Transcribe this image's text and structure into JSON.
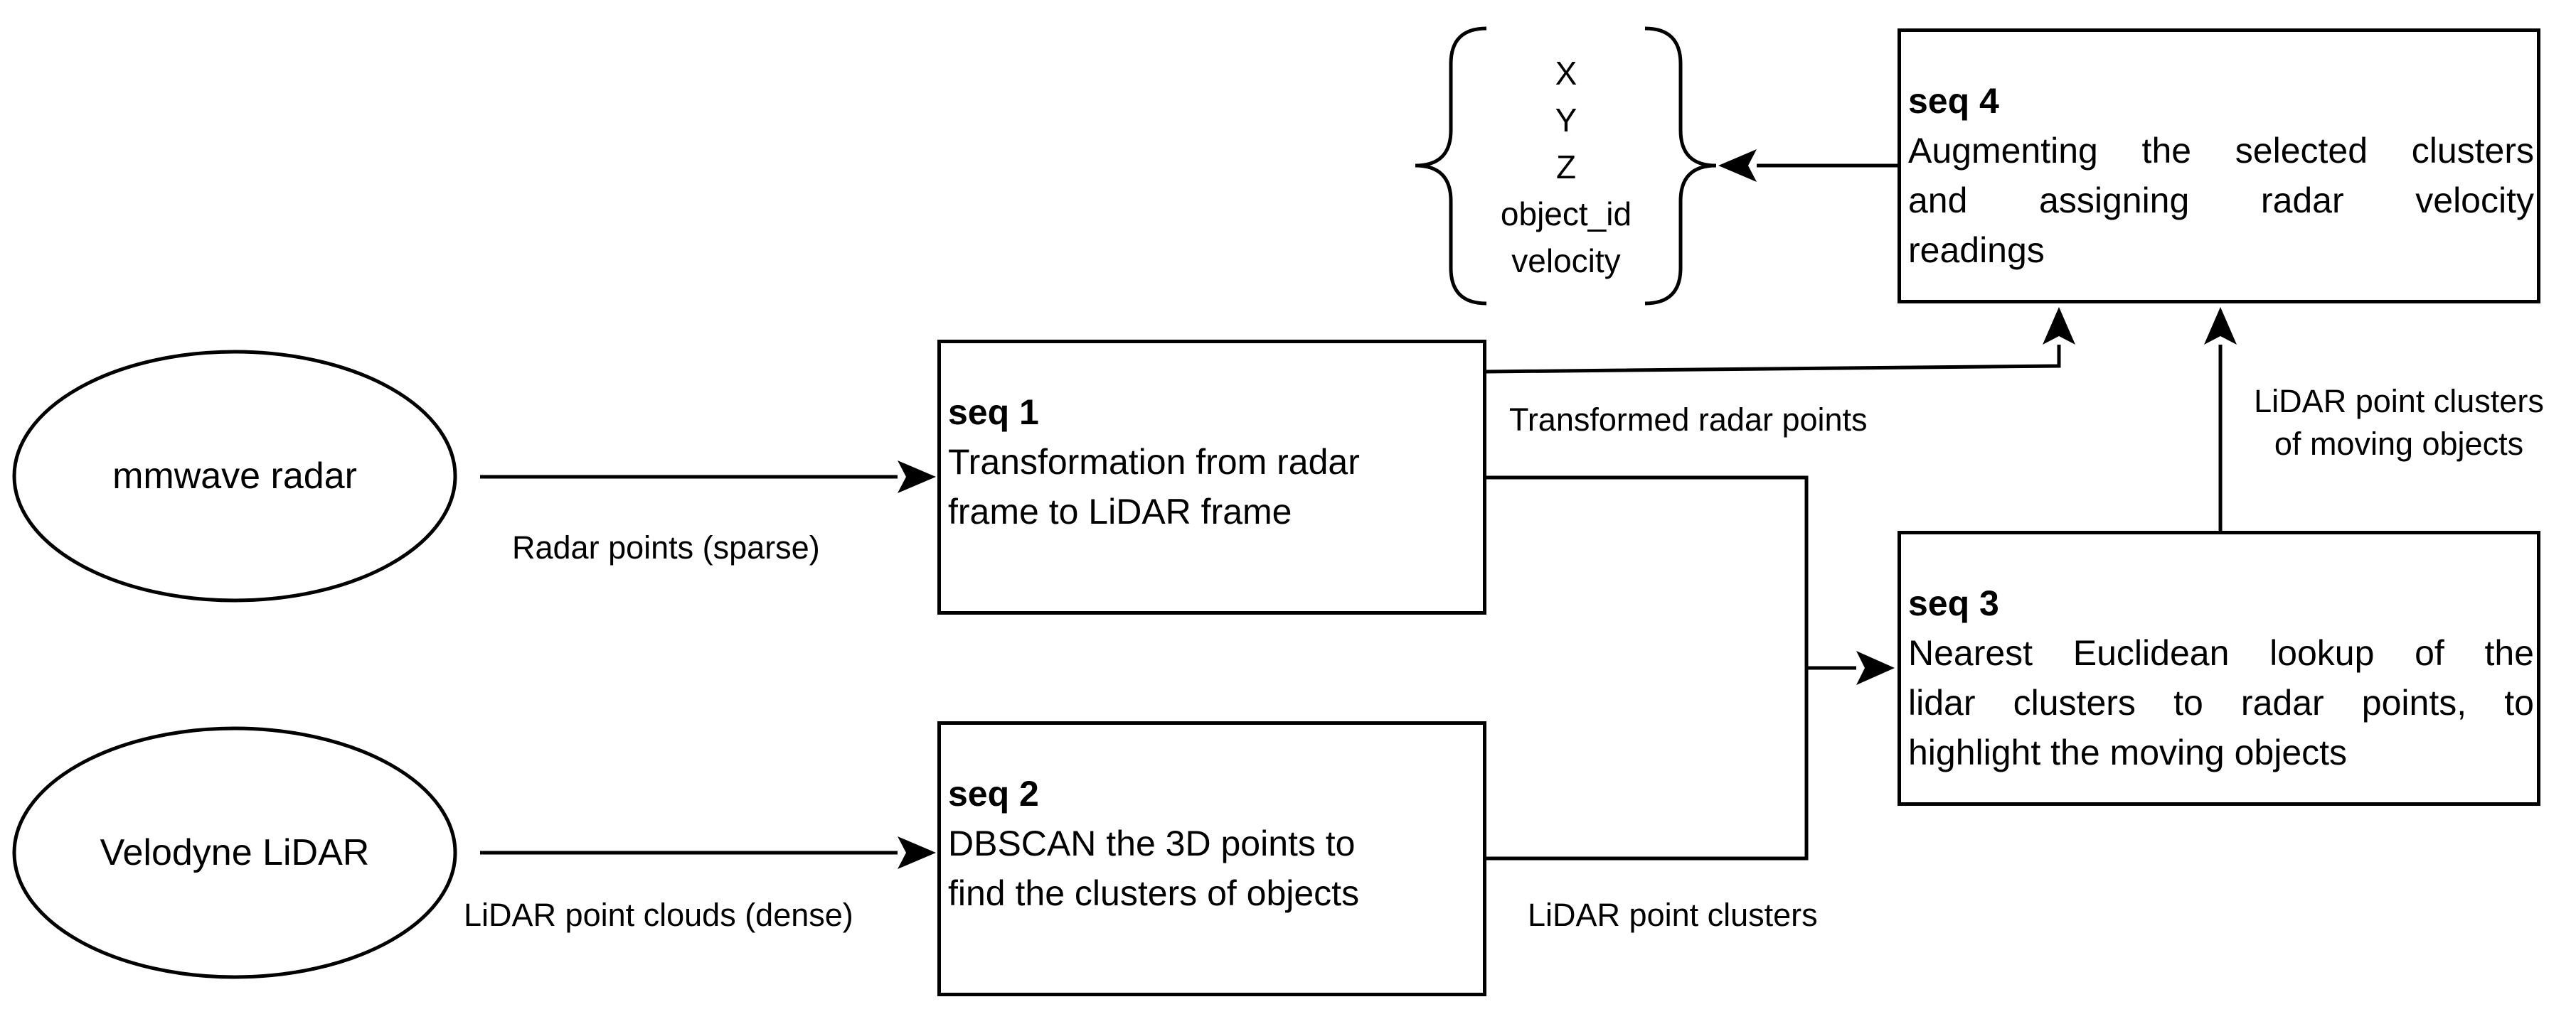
{
  "nodes": {
    "radar": "mmwave radar",
    "lidar": "Velodyne LiDAR"
  },
  "boxes": {
    "seq1": {
      "title": "seq 1",
      "lines": [
        "Transformation from radar",
        "frame to LiDAR frame"
      ]
    },
    "seq2": {
      "title": "seq 2",
      "lines": [
        "DBSCAN the 3D points to",
        "find the clusters of objects"
      ]
    },
    "seq3": {
      "title": "seq 3",
      "lines": [
        "Nearest Euclidean lookup of the",
        "lidar clusters to radar points, to",
        "highlight the moving objects"
      ]
    },
    "seq4": {
      "title": "seq 4",
      "lines": [
        "Augmenting the selected clusters",
        "and assigning radar velocity",
        "readings"
      ]
    }
  },
  "edge_labels": {
    "radar_points": "Radar points (sparse)",
    "lidar_point_clouds": "LiDAR point clouds (dense)",
    "transformed_radar_points": "Transformed radar points",
    "lidar_point_clusters": "LiDAR point clusters",
    "moving_clusters_1": "LiDAR point clusters",
    "moving_clusters_2": "of moving objects"
  },
  "output_fields": [
    "X",
    "Y",
    "Z",
    "object_id",
    "velocity"
  ]
}
